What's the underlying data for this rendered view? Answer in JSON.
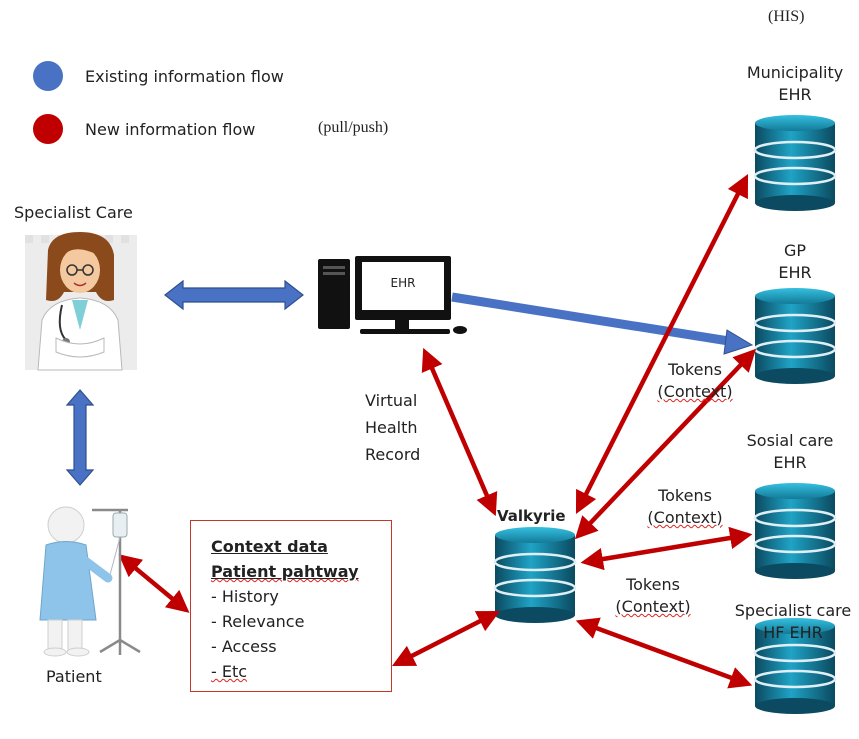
{
  "top_label": "(HIS)",
  "legend": {
    "existing": {
      "label": "Existing information flow",
      "color": "#4a72c4"
    },
    "new": {
      "label": "New information flow",
      "color": "#c00000",
      "suffix": "(pull/push)"
    }
  },
  "nodes": {
    "specialist_care": "Specialist Care",
    "patient": "Patient",
    "ehr_computer": "EHR",
    "valkyrie": "Valkyrie",
    "municipality": [
      "Municipality",
      "EHR"
    ],
    "gp": [
      "GP",
      "EHR"
    ],
    "social_care": [
      "Sosial care",
      "EHR"
    ],
    "specialist_hf": [
      "Specialist care",
      "HF EHR"
    ]
  },
  "virtual_health_record": [
    "Virtual",
    "Health",
    "Record"
  ],
  "tokens": [
    {
      "title": "Tokens",
      "sub": "(Context)"
    },
    {
      "title": "Tokens",
      "sub": "(Context)"
    },
    {
      "title": "Tokens",
      "sub": "(Context)"
    }
  ],
  "context_box": {
    "title1": "Context data",
    "title2": "Patient pahtway",
    "items": [
      "- History",
      "- Relevance",
      "- Access",
      "- Etc"
    ]
  },
  "colors": {
    "blue_arrow": "#4a72c4",
    "red_arrow": "#c00000",
    "db_dark": "#0e5a73",
    "db_light": "#1e9fc2"
  }
}
